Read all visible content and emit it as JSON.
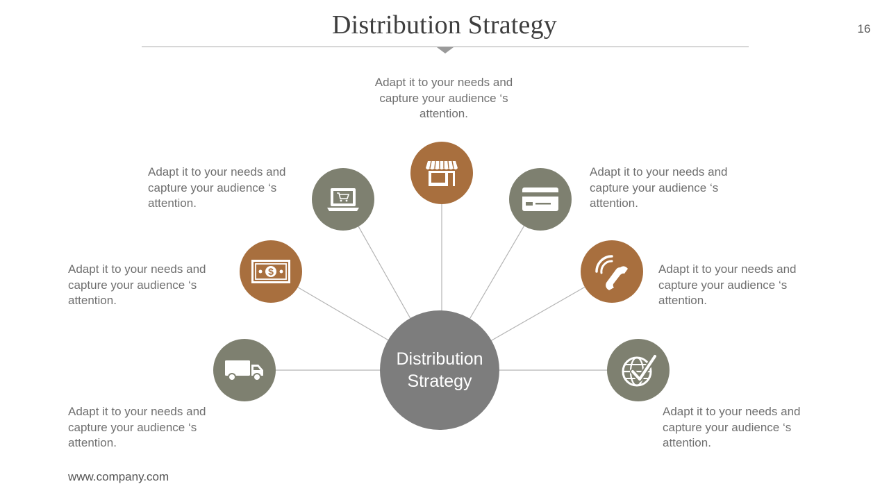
{
  "slide": {
    "title": "Distribution Strategy",
    "page_number": "16",
    "footer": "www.company.com"
  },
  "center": {
    "line1": "Distribution",
    "line2": "Strategy"
  },
  "nodes": [
    {
      "icon": "truck-icon",
      "color": "#7e8070",
      "text": "Adapt it to your needs and\ncapture your  audience ‘s\nattention."
    },
    {
      "icon": "money-icon",
      "color": "#a86f3e",
      "text": "Adapt it to your needs and\ncapture your  audience ‘s\nattention."
    },
    {
      "icon": "laptop-cart-icon",
      "color": "#7e8070",
      "text": "Adapt it to your needs and\ncapture your  audience ‘s\nattention."
    },
    {
      "icon": "storefront-icon",
      "color": "#a86f3e",
      "text": "Adapt it to your needs and\ncapture your  audience ‘s\nattention."
    },
    {
      "icon": "credit-card-icon",
      "color": "#7e8070",
      "text": "Adapt it to your needs and\ncapture your  audience ‘s\nattention."
    },
    {
      "icon": "phone-icon",
      "color": "#a86f3e",
      "text": "Adapt it to your needs and\ncapture your  audience ‘s\nattention."
    },
    {
      "icon": "globe-check-icon",
      "color": "#7e8070",
      "text": "Adapt it to your needs and\ncapture your  audience ‘s\nattention."
    }
  ],
  "colors": {
    "accent_brown": "#a86f3e",
    "accent_gray": "#7e8070",
    "center_gray": "#7d7d7d",
    "connector": "#b4b4b4"
  }
}
